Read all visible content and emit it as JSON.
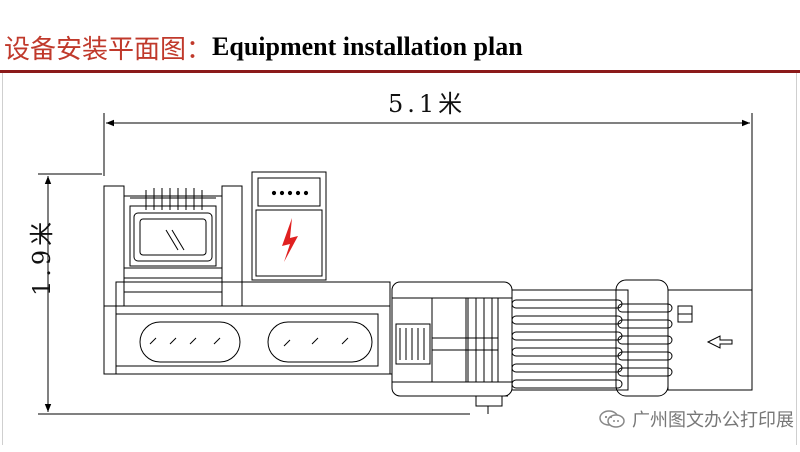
{
  "title": {
    "chinese": "设备安装平面图：",
    "english": "Equipment installation plan"
  },
  "dimensions": {
    "width_label": "5.1米",
    "height_label": "1.9米"
  },
  "watermark": {
    "text": "广州图文办公打印展"
  },
  "colors": {
    "title_chinese": "#c0392b",
    "rule": "#8b1a1a",
    "warning_bolt": "#e02020",
    "line": "#000000"
  }
}
